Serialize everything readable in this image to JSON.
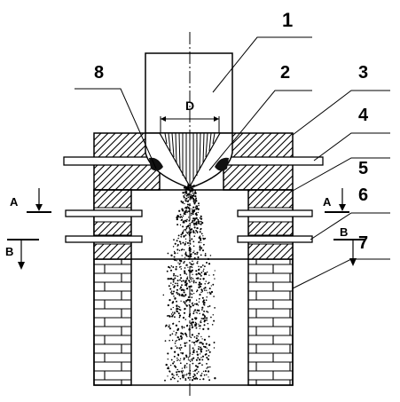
{
  "callouts": {
    "c1": "1",
    "c2": "2",
    "c3": "3",
    "c4": "4",
    "c5": "5",
    "c6": "6",
    "c7": "7",
    "c8": "8"
  },
  "dimension_label": "D",
  "section_marks": {
    "a_left": "A",
    "a_right": "A",
    "b_left": "B",
    "b_right": "B"
  },
  "colors": {
    "line": "#000000",
    "background": "#ffffff"
  }
}
